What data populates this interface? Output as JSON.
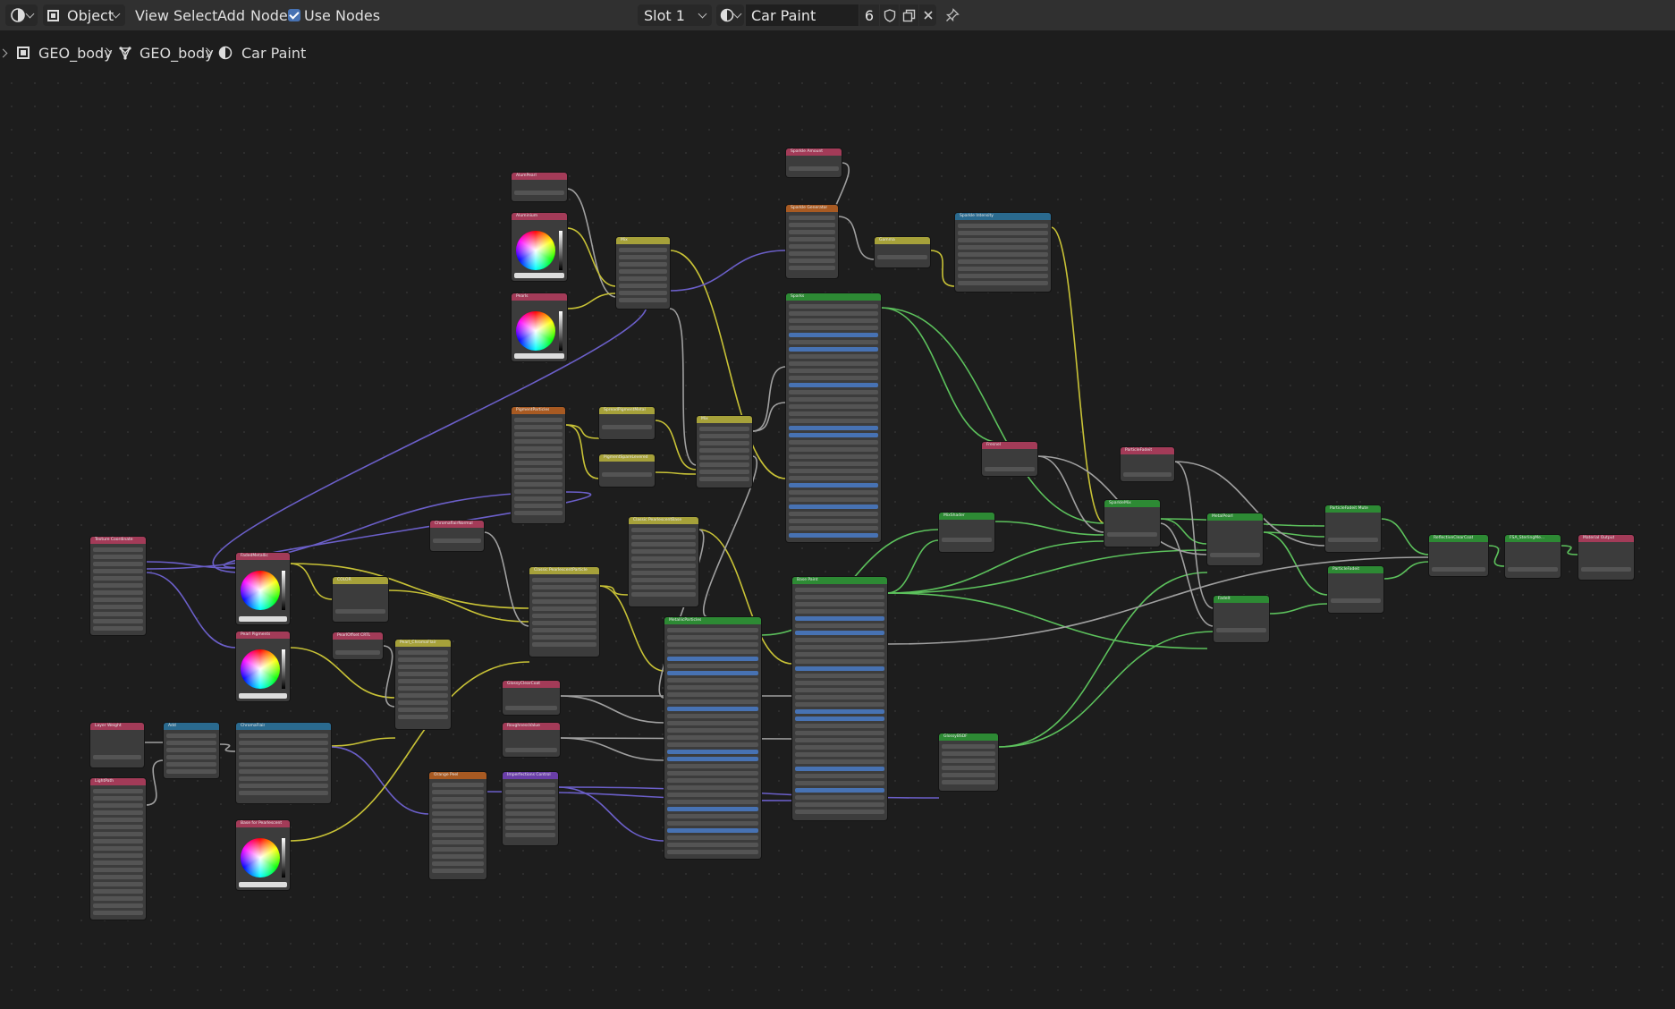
{
  "header": {
    "editor_type_icon": "node-editor-icon",
    "mode_label": "Object",
    "menus": [
      "View",
      "Select",
      "Add",
      "Node"
    ],
    "use_nodes_label": "Use Nodes",
    "use_nodes_checked": true,
    "slot_label": "Slot 1",
    "material_name": "Car Paint",
    "user_count": "6"
  },
  "breadcrumb": {
    "object": "GEO_body",
    "mesh": "GEO_body",
    "material": "Car Paint"
  },
  "nodes": [
    {
      "id": "aluminum_pearl",
      "title": "AlumPearl",
      "color": "#a33b58"
    },
    {
      "id": "aluminium",
      "title": "Aluminium",
      "color": "#a33b58"
    },
    {
      "id": "pearls",
      "title": "Pearls",
      "color": "#a33b58"
    },
    {
      "id": "mix1",
      "title": "Mix",
      "color": "#a6a13a"
    },
    {
      "id": "sparkle_amount",
      "title": "Sparkle Amount",
      "color": "#a33b58"
    },
    {
      "id": "sparkle_generator",
      "title": "Sparkle Generator",
      "color": "#a85a22"
    },
    {
      "id": "gamma",
      "title": "Gamma",
      "color": "#a6a13a"
    },
    {
      "id": "sparkle_intensity",
      "title": "Sparkle Intensity",
      "color": "#2a6a8f"
    },
    {
      "id": "sparks",
      "title": "Sparks",
      "color": "#2d8a34"
    },
    {
      "id": "pigment_particles",
      "title": "PigmentParticles",
      "color": "#a85a22"
    },
    {
      "id": "spread_pigment",
      "title": "SpreadPigmentMetal",
      "color": "#a6a13a"
    },
    {
      "id": "pigment_spare",
      "title": "PigmentSpareLevered",
      "color": "#a6a13a"
    },
    {
      "id": "mix2",
      "title": "Mix",
      "color": "#a6a13a"
    },
    {
      "id": "fresnel",
      "title": "Fresnel",
      "color": "#a33b58"
    },
    {
      "id": "particle_fadeit",
      "title": "ParticleFadeit",
      "color": "#a33b58"
    },
    {
      "id": "texture_coordinate",
      "title": "Texture Coordinate",
      "color": "#a33b58"
    },
    {
      "id": "faded_metallic",
      "title": "FadedMetallic",
      "color": "#a33b58"
    },
    {
      "id": "chromaflair_normal",
      "title": "ChromaflairNormal",
      "color": "#a33b58"
    },
    {
      "id": "classic_pearlescent_base",
      "title": "Classic PearlescentBase",
      "color": "#a6a13a"
    },
    {
      "id": "classic_pearlescent_particle",
      "title": "Classic PearlescentParticle",
      "color": "#a6a13a"
    },
    {
      "id": "mix_shader",
      "title": "MixShader",
      "color": "#2d8a34"
    },
    {
      "id": "sparkle_mix",
      "title": "SparkleMix",
      "color": "#2d8a34"
    },
    {
      "id": "metal_pearl",
      "title": "MetalPearl",
      "color": "#2d8a34"
    },
    {
      "id": "particle_fadeit_mute",
      "title": "ParticleFadeit Mute",
      "color": "#2d8a34"
    },
    {
      "id": "reflective_clear_coat",
      "title": "ReflectiveClearCoat",
      "color": "#2d8a34"
    },
    {
      "id": "fsa_sterling",
      "title": "FSA_SterlingMe...",
      "color": "#2d8a34"
    },
    {
      "id": "material_output",
      "title": "Material Output",
      "color": "#a33b58"
    },
    {
      "id": "particle_fadeit2",
      "title": "ParticleFadeit",
      "color": "#2d8a34"
    },
    {
      "id": "base_paint",
      "title": "Base Paint",
      "color": "#2d8a34"
    },
    {
      "id": "metallic_particles",
      "title": "MetallicParticles",
      "color": "#2d8a34"
    },
    {
      "id": "pearl_pigments",
      "title": "Pearl Pigments",
      "color": "#a33b58"
    },
    {
      "id": "color_node",
      "title": "COLOR",
      "color": "#a6a13a"
    },
    {
      "id": "pearl_offset_ctrl",
      "title": "PearlOffset CRTL",
      "color": "#a33b58"
    },
    {
      "id": "pearl_chromaflair",
      "title": "Pearl_ChromaFlair",
      "color": "#a6a13a"
    },
    {
      "id": "glossy_clear_coat",
      "title": "GlossyClearCoat",
      "color": "#a33b58"
    },
    {
      "id": "roughness_value",
      "title": "RoughnessValue",
      "color": "#a33b58"
    },
    {
      "id": "layer_weight",
      "title": "Layer Weight",
      "color": "#a33b58"
    },
    {
      "id": "add",
      "title": "Add",
      "color": "#2a6a8f"
    },
    {
      "id": "chroma_flair",
      "title": "ChromaFlair",
      "color": "#2a6a8f"
    },
    {
      "id": "light_path",
      "title": "LightPath",
      "color": "#a33b58"
    },
    {
      "id": "orange_peel",
      "title": "Orange Peel",
      "color": "#a85a22"
    },
    {
      "id": "imperfections_control",
      "title": "Imperfections Control",
      "color": "#6a3ea8"
    },
    {
      "id": "base_for_pearlescent",
      "title": "Base for Pearlescent",
      "color": "#a33b58"
    },
    {
      "id": "fadeit",
      "title": "FadeIt",
      "color": "#2d8a34"
    },
    {
      "id": "glossy_bsdf",
      "title": "GlossyBSDF",
      "color": "#2d8a34"
    }
  ],
  "colors": {
    "wire_color": "#c8c236",
    "wire_shader": "#5cc15c",
    "wire_vector": "#6b5fc9",
    "wire_float": "#a0a0a0"
  }
}
